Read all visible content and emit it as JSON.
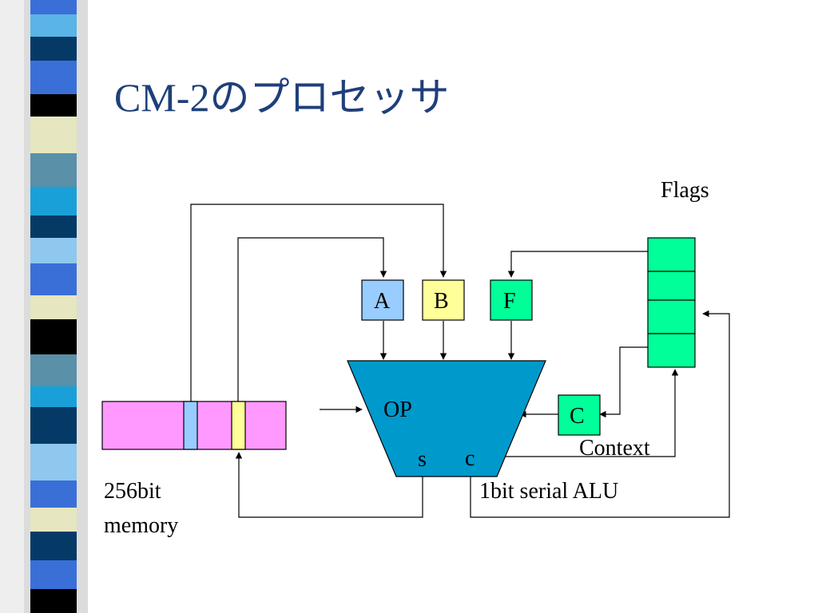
{
  "slide": {
    "title": "CM-2のプロセッサ"
  },
  "diagram": {
    "flags_label": "Flags",
    "register_a": "A",
    "register_b": "B",
    "register_f": "F",
    "register_c": "C",
    "op_label": "OP",
    "sum_output": "s",
    "carry_output": "c",
    "context_label": "Context",
    "alu_label": "1bit serial ALU",
    "memory_label_line1": "256bit",
    "memory_label_line2": "memory"
  },
  "colors": {
    "title": "#1f3f7a",
    "alu_fill": "#0099cc",
    "memory_fill": "#ff99ff",
    "register_a_fill": "#99ccff",
    "register_b_fill": "#ffff99",
    "register_f_fill": "#00ff99",
    "flags_fill": "#00ff99"
  }
}
